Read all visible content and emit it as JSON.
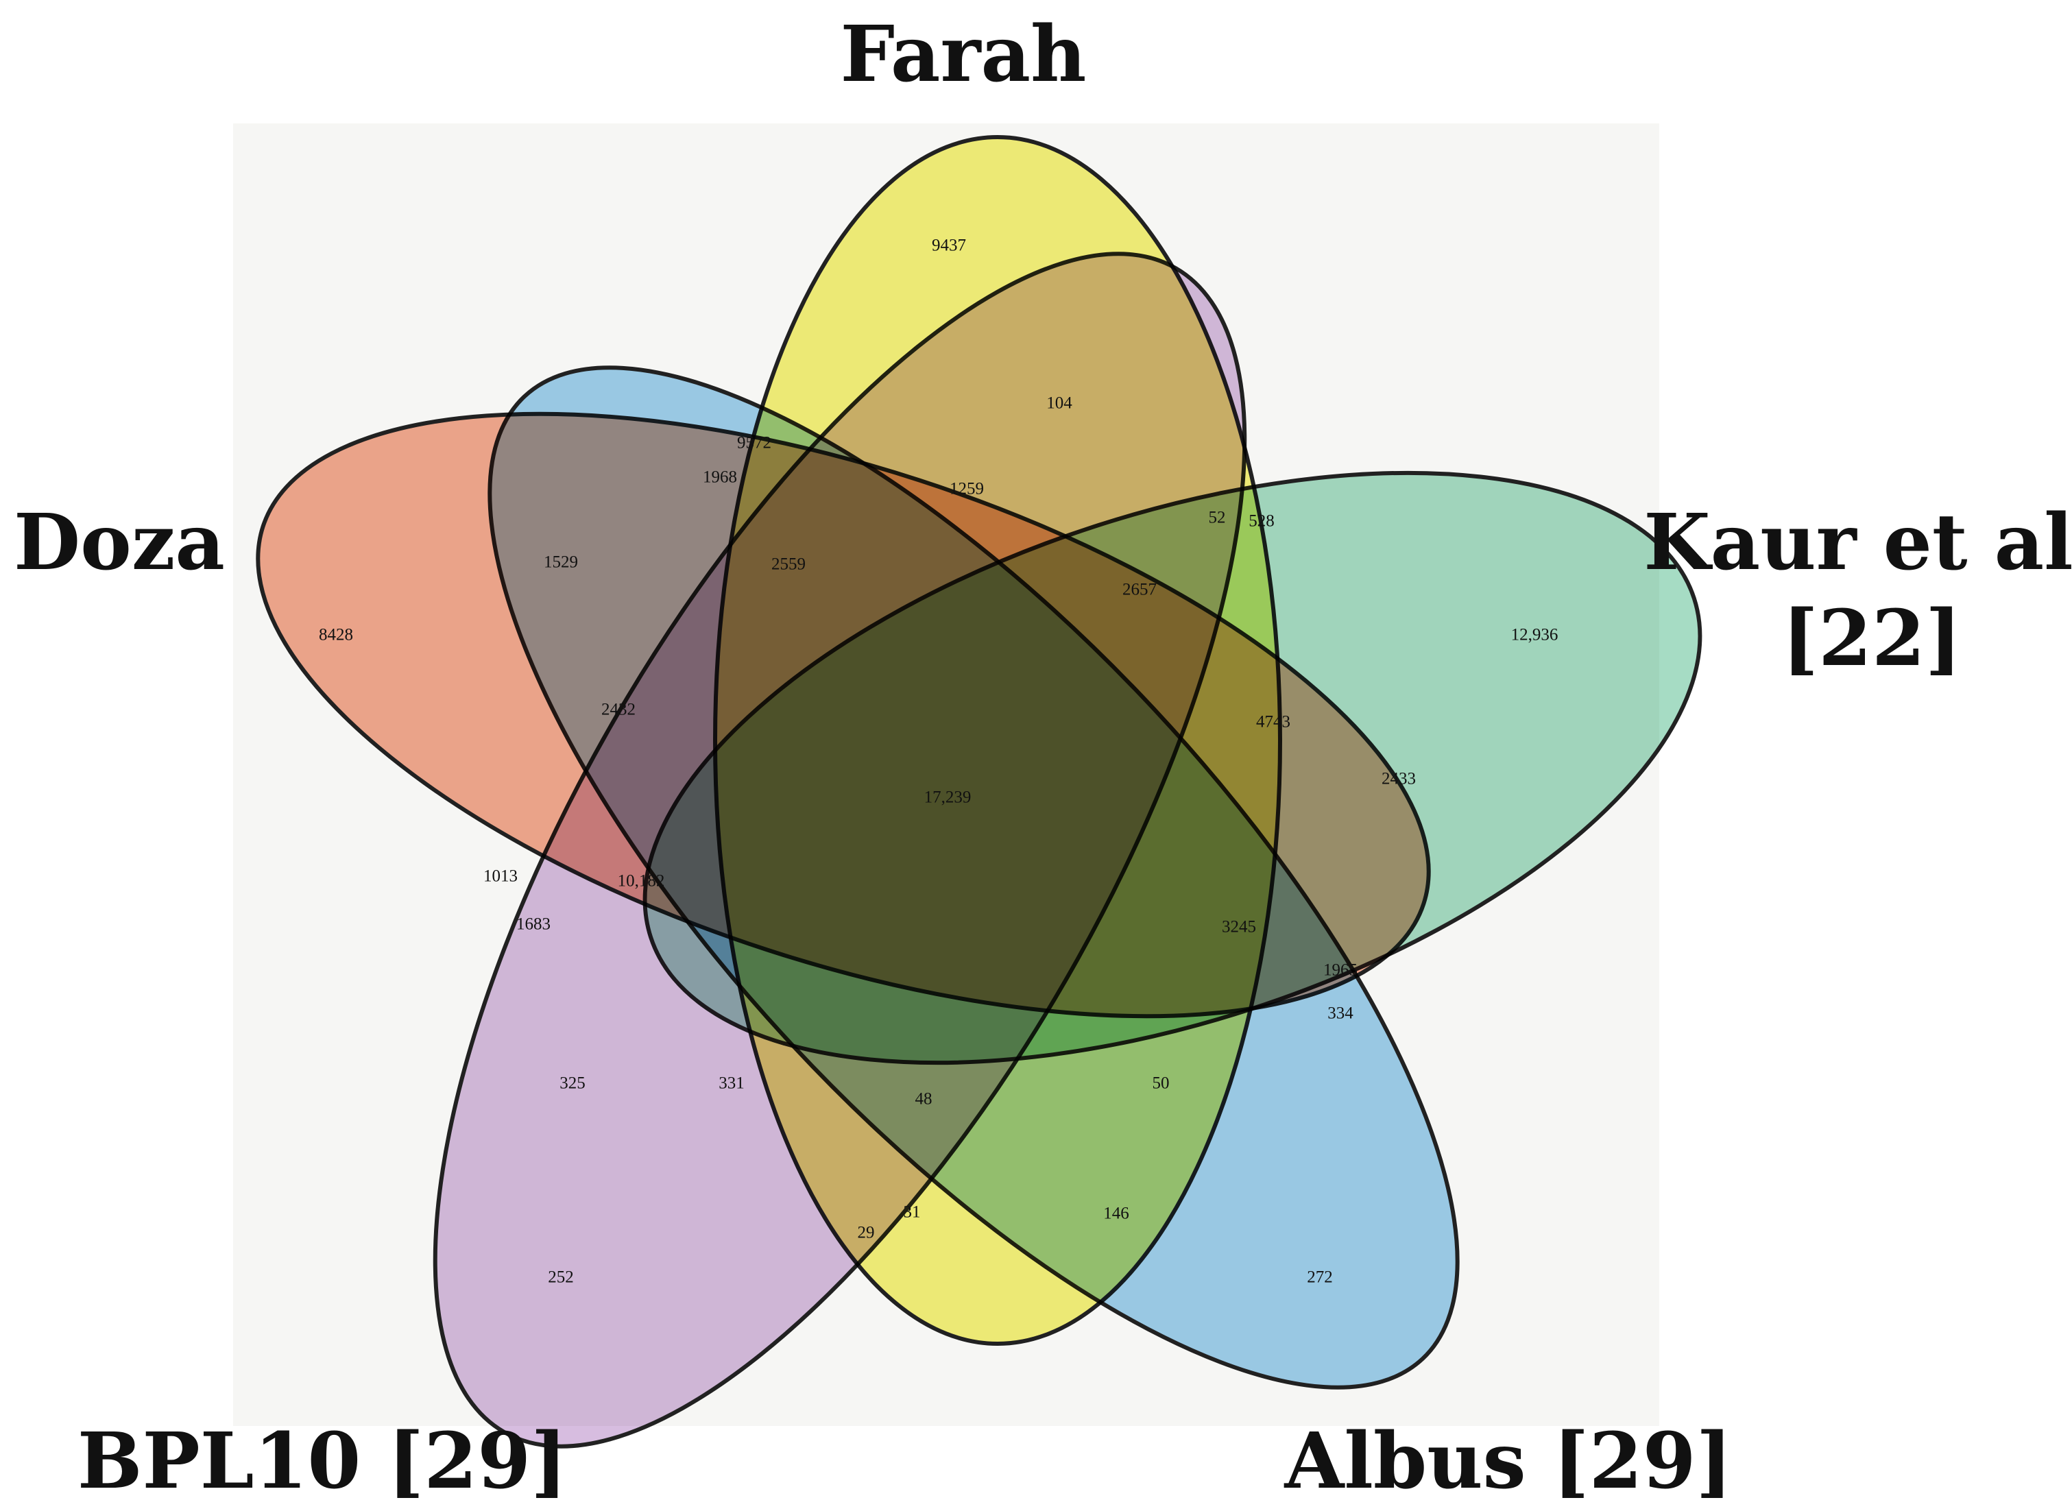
{
  "sets": [
    {
      "id": "farah",
      "label": "Farah",
      "color": "#f5f27a"
    },
    {
      "id": "doza",
      "label": "Doza",
      "color": "#f3a98f"
    },
    {
      "id": "kaur",
      "label_lines": [
        "Kaur et al.",
        "[22]"
      ],
      "color": "#a6dcc4"
    },
    {
      "id": "bpl10",
      "label": "BPL10 [29]",
      "color": "#d7bde0"
    },
    {
      "id": "albus",
      "label": "Albus [29]",
      "color": "#9fd0ee"
    }
  ],
  "regions": [
    {
      "value": "9437",
      "sets": [
        "farah"
      ]
    },
    {
      "value": "104",
      "sets": [
        "farah",
        "bpl10"
      ]
    },
    {
      "value": "9572",
      "sets": [
        "farah",
        "doza"
      ]
    },
    {
      "value": "1968",
      "sets": [
        "farah",
        "doza",
        "bpl10"
      ]
    },
    {
      "value": "1259",
      "sets": [
        "farah",
        "doza",
        "albus"
      ]
    },
    {
      "value": "52",
      "sets": [
        "farah",
        "bpl10",
        "kaur"
      ]
    },
    {
      "value": "528",
      "sets": [
        "farah",
        "kaur"
      ]
    },
    {
      "value": "8428",
      "sets": [
        "doza"
      ]
    },
    {
      "value": "1529",
      "sets": [
        "doza",
        "bpl10"
      ]
    },
    {
      "value": "2559",
      "sets": [
        "farah",
        "doza",
        "bpl10",
        "albus"
      ]
    },
    {
      "value": "2657",
      "sets": [
        "farah",
        "bpl10",
        "kaur",
        "albus"
      ]
    },
    {
      "value": "12,936",
      "sets": [
        "kaur"
      ]
    },
    {
      "value": "2432",
      "sets": [
        "doza",
        "bpl10",
        "albus"
      ]
    },
    {
      "value": "4743",
      "sets": [
        "farah",
        "kaur",
        "albus"
      ]
    },
    {
      "value": "17,239",
      "sets": [
        "farah",
        "doza",
        "kaur",
        "bpl10",
        "albus"
      ]
    },
    {
      "value": "2433",
      "sets": [
        "kaur",
        "albus"
      ]
    },
    {
      "value": "1013",
      "sets": [
        "doza",
        "kaur"
      ]
    },
    {
      "value": "10,182",
      "sets": [
        "doza",
        "kaur",
        "bpl10",
        "albus"
      ]
    },
    {
      "value": "1683",
      "sets": [
        "doza",
        "kaur",
        "bpl10"
      ]
    },
    {
      "value": "3245",
      "sets": [
        "doza",
        "kaur",
        "albus",
        "farah"
      ]
    },
    {
      "value": "1965",
      "sets": [
        "doza",
        "kaur",
        "albus"
      ]
    },
    {
      "value": "334",
      "sets": [
        "kaur",
        "albus"
      ]
    },
    {
      "value": "325",
      "sets": [
        "kaur",
        "bpl10"
      ]
    },
    {
      "value": "331",
      "sets": [
        "kaur",
        "bpl10",
        "albus"
      ]
    },
    {
      "value": "48",
      "sets": [
        "farah",
        "kaur",
        "bpl10",
        "albus"
      ]
    },
    {
      "value": "50",
      "sets": [
        "farah",
        "kaur",
        "albus"
      ]
    },
    {
      "value": "31",
      "sets": [
        "farah",
        "bpl10",
        "albus"
      ]
    },
    {
      "value": "29",
      "sets": [
        "bpl10",
        "albus"
      ]
    },
    {
      "value": "146",
      "sets": [
        "farah",
        "albus"
      ]
    },
    {
      "value": "252",
      "sets": [
        "bpl10"
      ]
    },
    {
      "value": "272",
      "sets": [
        "albus"
      ]
    }
  ]
}
